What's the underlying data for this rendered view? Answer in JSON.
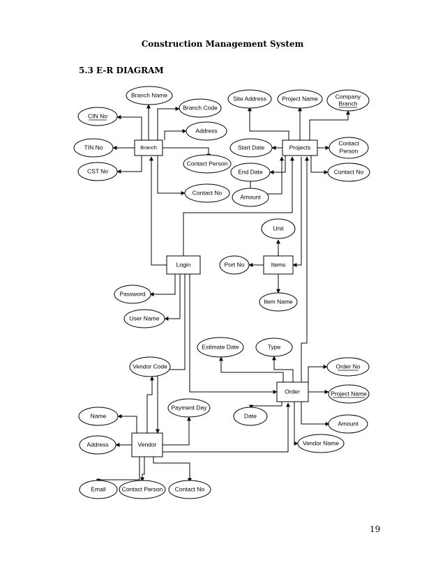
{
  "document": {
    "title": "Construction Management System",
    "section_heading": "5.3 E-R DIAGRAM",
    "page_number": "19"
  },
  "entities": {
    "branch": "Branch",
    "projects": "Projects",
    "login": "Login",
    "items": "Items",
    "order": "Order",
    "vendor": "Vendor"
  },
  "attributes": {
    "branch_name": "Branch Name",
    "branch_code": "Branch Code",
    "cin_no": "CIN No",
    "tin_no": "TIN No",
    "cst_no": "CST No",
    "branch_address": "Address",
    "branch_contact_person": "Contact Person",
    "branch_contact_no": "Contact No",
    "site_address": "Site Address",
    "project_name": "Project Name",
    "company_branch_1": "Company",
    "company_branch_2": "Branch",
    "start_date": "Start Date",
    "end_date": "End Date",
    "project_amount": "Amount",
    "project_contact_person_1": "Contact",
    "project_contact_person_2": "Person",
    "project_contact_no": "Contact No",
    "unit": "Unit",
    "port_no": "Port No",
    "item_name": "Item Name",
    "password": "Password",
    "user_name": "User Name",
    "estimate_date": "Estimate Date",
    "type": "Type",
    "order_no": "Order No",
    "order_project_name": "Project Name",
    "order_date": "Date",
    "order_amount": "Amount",
    "vendor_name": "Vendor Name",
    "vendor_code": "Vendor Code",
    "payment_day": "Payment Day",
    "name": "Name",
    "vendor_address": "Address",
    "email": "Email",
    "vendor_contact_person": "Contact Person",
    "vendor_contact_no": "Contact No"
  }
}
